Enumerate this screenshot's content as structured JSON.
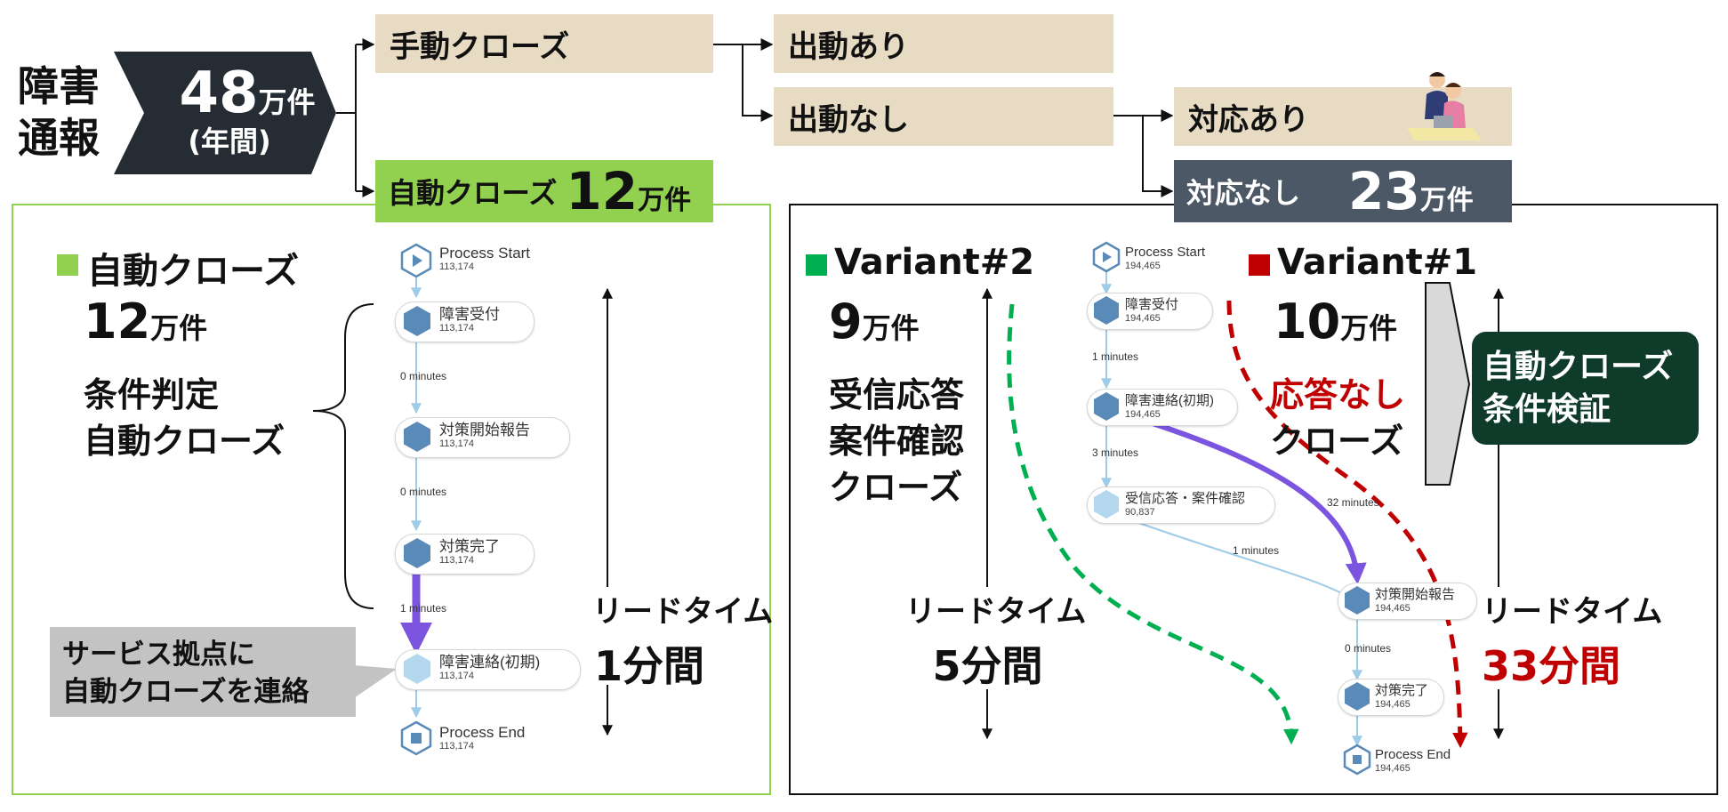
{
  "top": {
    "left_label": [
      "障害",
      "通報"
    ],
    "total": {
      "number": "48",
      "unit": "万件",
      "period": "(年間)"
    },
    "manual_close": "手動クローズ",
    "auto_close": {
      "label": "自動クローズ",
      "number": "12",
      "unit": "万件"
    },
    "dispatch_yes": "出動あり",
    "dispatch_no": "出動なし",
    "response_yes": "対応あり",
    "response_no": {
      "label": "対応なし",
      "number": "23",
      "unit": "万件"
    }
  },
  "left_panel": {
    "title": "自動クローズ",
    "count_number": "12",
    "count_unit": "万件",
    "desc_line1": "条件判定",
    "desc_line2": "自動クローズ",
    "callout_line1": "サービス拠点に",
    "callout_line2": "自動クローズを連絡",
    "lead_label": "リードタイム",
    "lead_value": "1分間",
    "flow": {
      "start": {
        "name": "Process Start",
        "count": "113,174"
      },
      "n1": {
        "name": "障害受付",
        "count": "113,174"
      },
      "m1": "0 minutes",
      "n2": {
        "name": "対策開始報告",
        "count": "113,174"
      },
      "m2": "0 minutes",
      "n3": {
        "name": "対策完了",
        "count": "113,174"
      },
      "m3": "1 minutes",
      "n4": {
        "name": "障害連絡(初期)",
        "count": "113,174"
      },
      "end": {
        "name": "Process End",
        "count": "113,174"
      }
    }
  },
  "right_panel": {
    "v2": {
      "title": "Variant#2",
      "count_number": "9",
      "count_unit": "万件",
      "desc": [
        "受信応答",
        "案件確認",
        "クローズ"
      ],
      "lead_label": "リードタイム",
      "lead_value": "5分間"
    },
    "v1": {
      "title": "Variant#1",
      "count_number": "10",
      "count_unit": "万件",
      "desc_red": "応答なし",
      "desc": "クローズ",
      "lead_label": "リードタイム",
      "lead_value": "33分間"
    },
    "verify_line1": "自動クローズ",
    "verify_line2": "条件検証",
    "flow": {
      "start": {
        "name": "Process Start",
        "count": "194,465"
      },
      "n1": {
        "name": "障害受付",
        "count": "194,465"
      },
      "m1": "1 minutes",
      "n2": {
        "name": "障害連絡(初期)",
        "count": "194,465"
      },
      "m2": "3 minutes",
      "n3": {
        "name": "受信応答・案件確認",
        "count": "90,837"
      },
      "m32": "32 minutes",
      "m_1": "1 minutes",
      "n4": {
        "name": "対策開始報告",
        "count": "194,465"
      },
      "m0": "0 minutes",
      "n5": {
        "name": "対策完了",
        "count": "194,465"
      },
      "end": {
        "name": "Process End",
        "count": "194,465"
      }
    }
  },
  "colors": {
    "dark": "#252c34",
    "tan": "#e7dcc3",
    "green_box": "#92d050",
    "slate": "#4c5865",
    "dark_green": "#0e3b2a",
    "variant2_green": "#00b050",
    "variant1_red": "#c00000",
    "purple": "#7b55e0",
    "node_blue": "#5a8ab8",
    "node_light": "#b3d7ee"
  }
}
